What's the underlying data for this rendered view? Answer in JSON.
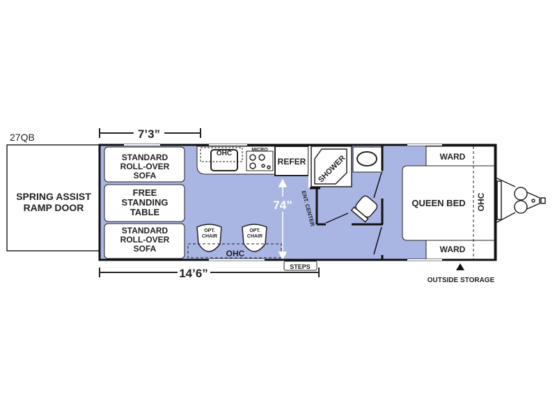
{
  "model": "27QB",
  "dimensions": {
    "width_label": "7’3”",
    "length_label": "14’6”",
    "ceiling_label": "74”"
  },
  "ramp": {
    "line1": "SPRING ASSIST",
    "line2": "RAMP DOOR"
  },
  "sofa_top": {
    "line1": "STANDARD",
    "line2": "ROLL-OVER",
    "line3": "SOFA"
  },
  "table": {
    "line1": "FREE",
    "line2": "STANDING",
    "line3": "TABLE"
  },
  "sofa_bottom": {
    "line1": "STANDARD",
    "line2": "ROLL-OVER",
    "line3": "SOFA"
  },
  "kitchen": {
    "ohc": "OHC",
    "micro": "MICRO",
    "refer": "REFER"
  },
  "chairs": {
    "line1": "OPT.",
    "line2": "CHAIR"
  },
  "ohc_front": "OHC",
  "steps": "STEPS",
  "shower": "SHOWER",
  "ent_center": "ENT. CENTER",
  "bedroom": {
    "ward_top": "WARD",
    "bed": "QUEEN BED",
    "ohc": "OHC",
    "ward_bottom": "WARD"
  },
  "outside_storage": "OUTSIDE STORAGE",
  "colors": {
    "floor": "#a9b5e3",
    "walls": "#111111"
  }
}
